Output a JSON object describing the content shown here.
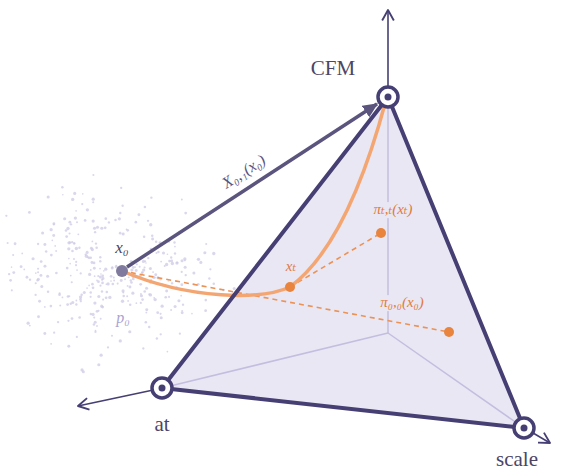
{
  "diagram": {
    "labels": [
      "CFM",
      "X₀,₁(x₀)",
      "x₀",
      "πₜ,ₜ(xₜ)",
      "xₜ",
      "π₀,₀(x₀)",
      "p₀",
      "at",
      "scale"
    ]
  }
}
